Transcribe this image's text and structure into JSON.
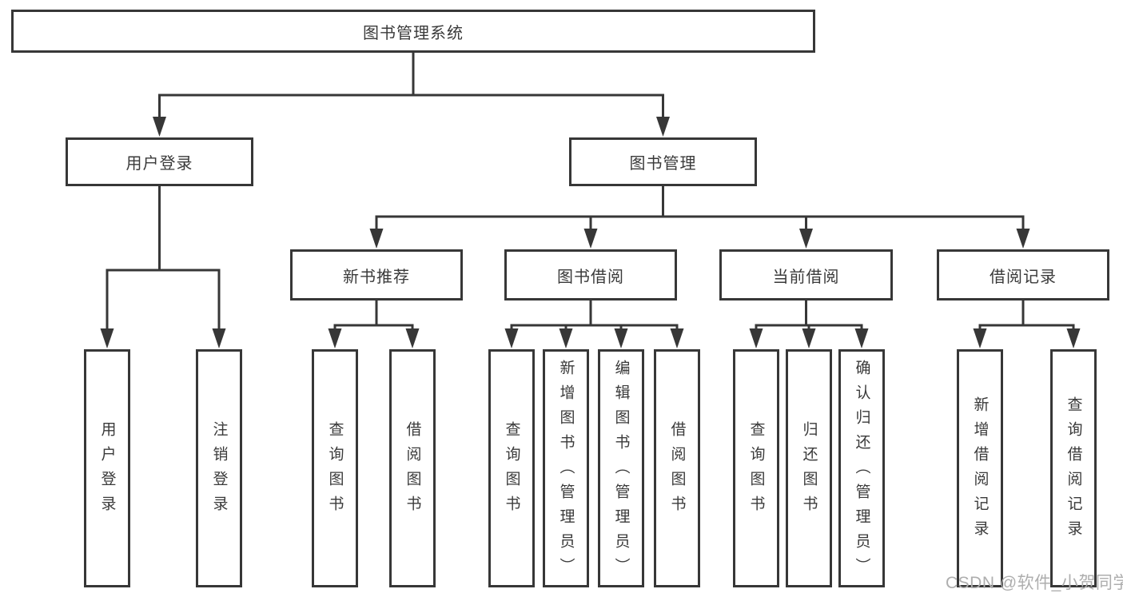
{
  "diagram": {
    "title": "图书管理系统",
    "type": "hierarchy-tree"
  },
  "colors": {
    "line": "#373737",
    "text": "#3a3a3a",
    "background": "#ffffff",
    "watermark": "#aeaeae"
  },
  "watermark": "CSDN @软件_小贺同学",
  "nodes": [
    {
      "id": "root",
      "label": "图书管理系统",
      "children": [
        "n-user-login",
        "n-book-mgmt"
      ]
    },
    {
      "id": "n-user-login",
      "label": "用户登录",
      "children": [
        "leaf-user-login",
        "leaf-logout"
      ]
    },
    {
      "id": "n-book-mgmt",
      "label": "图书管理",
      "children": [
        "n-new-book-rec",
        "n-book-borrow",
        "n-current-borrow",
        "n-borrow-records"
      ]
    },
    {
      "id": "n-new-book-rec",
      "label": "新书推荐",
      "children": [
        "leaf-query-book-1",
        "leaf-borrow-book-1"
      ]
    },
    {
      "id": "n-book-borrow",
      "label": "图书借阅",
      "children": [
        "leaf-query-book-2",
        "leaf-add-book",
        "leaf-edit-book",
        "leaf-borrow-book-2"
      ]
    },
    {
      "id": "n-current-borrow",
      "label": "当前借阅",
      "children": [
        "leaf-query-book-3",
        "leaf-return-book",
        "leaf-confirm-return"
      ]
    },
    {
      "id": "n-borrow-records",
      "label": "借阅记录",
      "children": [
        "leaf-add-borrow-record",
        "leaf-query-borrow-record"
      ]
    },
    {
      "id": "leaf-user-login",
      "label": "用户登录",
      "children": []
    },
    {
      "id": "leaf-logout",
      "label": "注销登录",
      "children": []
    },
    {
      "id": "leaf-query-book-1",
      "label": "查询图书",
      "children": []
    },
    {
      "id": "leaf-borrow-book-1",
      "label": "借阅图书",
      "children": []
    },
    {
      "id": "leaf-query-book-2",
      "label": "查询图书",
      "children": []
    },
    {
      "id": "leaf-add-book",
      "label": "新增图书（管理员）",
      "children": []
    },
    {
      "id": "leaf-edit-book",
      "label": "编辑图书（管理员）",
      "children": []
    },
    {
      "id": "leaf-borrow-book-2",
      "label": "借阅图书",
      "children": []
    },
    {
      "id": "leaf-query-book-3",
      "label": "查询图书",
      "children": []
    },
    {
      "id": "leaf-return-book",
      "label": "归还图书",
      "children": []
    },
    {
      "id": "leaf-confirm-return",
      "label": "确认归还（管理员）",
      "children": []
    },
    {
      "id": "leaf-add-borrow-record",
      "label": "新增借阅记录",
      "children": []
    },
    {
      "id": "leaf-query-borrow-record",
      "label": "查询借阅记录",
      "children": []
    }
  ]
}
